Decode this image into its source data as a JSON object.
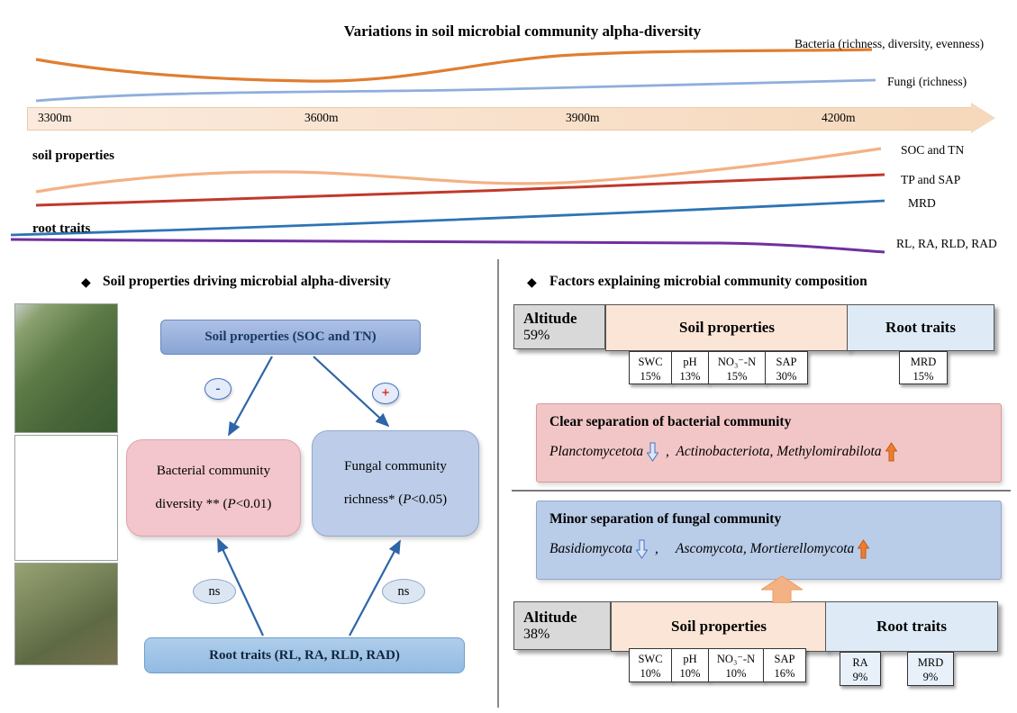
{
  "top": {
    "title": "Variations in soil microbial community alpha-diversity",
    "legend_bacteria": "Bacteria (richness, diversity, evenness)",
    "legend_fungi": "Fungi (richness)",
    "altitude_ticks": [
      "3300m",
      "3600m",
      "3900m",
      "4200m"
    ],
    "label_soil_properties": "soil properties",
    "legend_soc_tn": "SOC and TN",
    "legend_tp_sap": "TP and SAP",
    "legend_mrd": "MRD",
    "label_root_traits": "root traits",
    "legend_root": "RL, RA, RLD, RAD"
  },
  "left_panel": {
    "bullet": "◆",
    "heading": "Soil properties driving microbial alpha-diversity",
    "soil_box": "Soil properties (SOC and TN)",
    "minus_sign": "-",
    "plus_sign": "+",
    "bacterial": {
      "line1": "Bacterial community",
      "line2_pre": "diversity ** (",
      "line2_p": "P",
      "line2_post": "<0.01)"
    },
    "fungal": {
      "line1": "Fungal community",
      "line2_pre": "richness* (",
      "line2_p": "P",
      "line2_post": "<0.05)"
    },
    "ns_left": "ns",
    "ns_right": "ns",
    "root_box": "Root traits (RL, RA, RLD, RAD)"
  },
  "right_panel": {
    "bullet": "◆",
    "heading": "Factors explaining microbial community composition",
    "top_table": {
      "altitude_label": "Altitude",
      "altitude_pct": "59%",
      "soil_label": "Soil properties",
      "root_label": "Root traits",
      "soil_factors": [
        {
          "name": "SWC",
          "pct": "15%"
        },
        {
          "name": "pH",
          "pct": "13%"
        },
        {
          "name": "NO₃⁻-N",
          "pct": "15%"
        },
        {
          "name": "SAP",
          "pct": "30%"
        }
      ],
      "root_factors": [
        {
          "name": "MRD",
          "pct": "15%"
        }
      ]
    },
    "bacterial_box": {
      "title": "Clear separation of bacterial community",
      "taxa_down": "Planctomycetota",
      "taxa_up": " ,  Actinobacteriota, Methylomirabilota"
    },
    "fungal_box": {
      "title": "Minor separation of fungal community",
      "taxa_down": "Basidiomycota",
      "taxa_up": " ,     Ascomycota, Mortierellomycota"
    },
    "bottom_table": {
      "altitude_label": "Altitude",
      "altitude_pct": "38%",
      "soil_label": "Soil properties",
      "root_label": "Root traits",
      "soil_factors": [
        {
          "name": "SWC",
          "pct": "10%"
        },
        {
          "name": "pH",
          "pct": "10%"
        },
        {
          "name": "NO₃⁻-N",
          "pct": "10%"
        },
        {
          "name": "SAP",
          "pct": "16%"
        }
      ],
      "root_factors": [
        {
          "name": "RA",
          "pct": "9%"
        },
        {
          "name": "MRD",
          "pct": "9%"
        }
      ]
    }
  },
  "colors": {
    "bacteria_curve": "#E07E30",
    "fungi_curve": "#8FAEDC",
    "soc_tn_curve": "#F4B183",
    "tp_sap_curve": "#C0392B",
    "mrd_curve": "#2E74B5",
    "root_curve": "#7030A0",
    "pink_box": "#F2C6C6",
    "blue_box": "#B9CCE8",
    "peach_cell": "#FBE5D6",
    "gray_cell": "#D9D9D9",
    "lightblue_cell": "#DEEBF7"
  }
}
